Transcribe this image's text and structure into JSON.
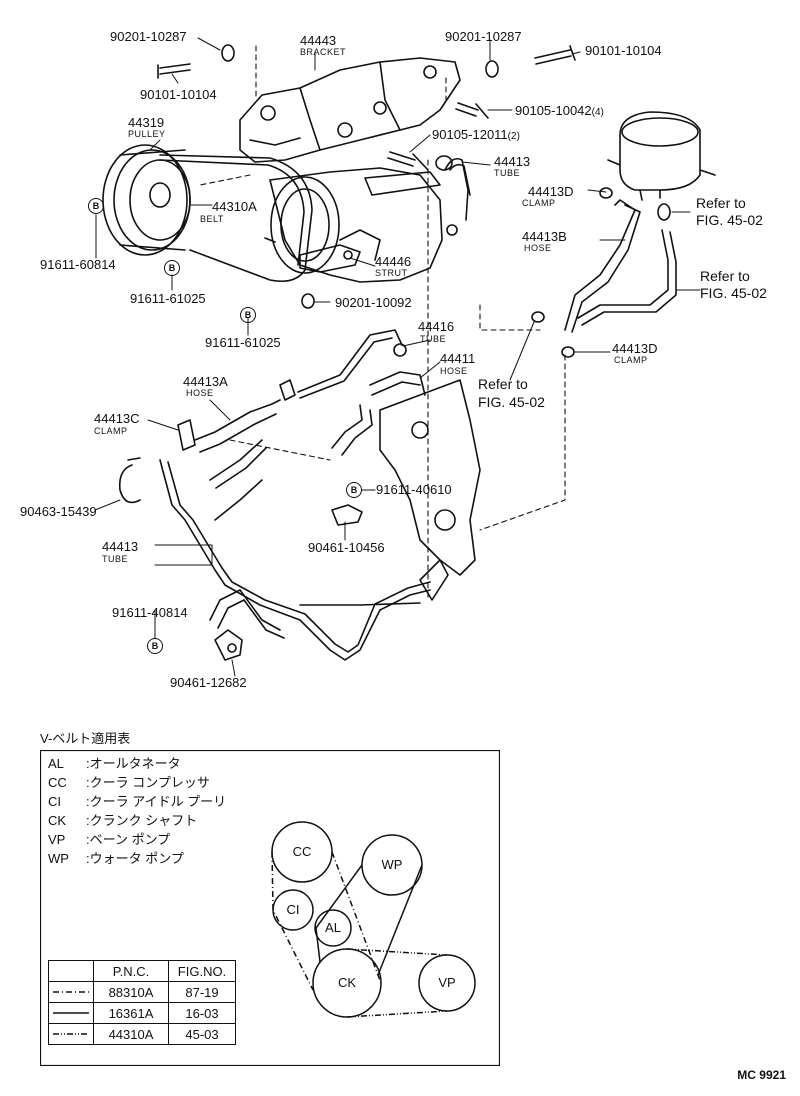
{
  "parts": {
    "p_90201_10287_a": "90201-10287",
    "p_90101_10104_a": "90101-10104",
    "p_44443": "44443",
    "p_44443_sub": "BRACKET",
    "p_90201_10287_b": "90201-10287",
    "p_90101_10104_b": "90101-10104",
    "p_90105_10042": "90105-10042",
    "p_90105_10042_q": "(4)",
    "p_44319": "44319",
    "p_44319_sub": "PULLEY",
    "p_90105_12011": "90105-12011",
    "p_90105_12011_q": "(2)",
    "p_44413_tube_top": "44413",
    "p_44413_tube_top_sub": "TUBE",
    "p_44310A": "44310A",
    "p_44310A_sub": "BELT",
    "p_44413D_top": "44413D",
    "p_44413D_top_sub": "CLAMP",
    "p_refer_1a": "Refer to",
    "p_refer_1b": "FIG. 45-02",
    "p_44413B": "44413B",
    "p_44413B_sub": "HOSE",
    "p_91611_60814": "91611-60814",
    "p_44446": "44446",
    "p_44446_sub": "STRUT",
    "p_refer_2a": "Refer to",
    "p_refer_2b": "FIG. 45-02",
    "p_91611_61025_a": "91611-61025",
    "p_90201_10092": "90201-10092",
    "p_91611_61025_b": "91611-61025",
    "p_44416": "44416",
    "p_44416_sub": "TUBE",
    "p_44413D_bot": "44413D",
    "p_44413D_bot_sub": "CLAMP",
    "p_44411": "44411",
    "p_44411_sub": "HOSE",
    "p_44413A": "44413A",
    "p_44413A_sub": "HOSE",
    "p_refer_3a": "Refer to",
    "p_refer_3b": "FIG. 45-02",
    "p_44413C": "44413C",
    "p_44413C_sub": "CLAMP",
    "p_91611_40610": "91611-40610",
    "p_90463_15439": "90463-15439",
    "p_90461_10456": "90461-10456",
    "p_44413_tube_bot": "44413",
    "p_44413_tube_bot_sub": "TUBE",
    "p_91611_40814": "91611-40814",
    "p_90461_12682": "90461-12682",
    "b_mark": "B"
  },
  "legend": {
    "title": "V-ベルト適用表",
    "items": [
      {
        "code": "AL",
        "desc": ":オールタネータ"
      },
      {
        "code": "CC",
        "desc": ":クーラ コンプレッサ"
      },
      {
        "code": "CI",
        "desc": ":クーラ アイドル プーリ"
      },
      {
        "code": "CK",
        "desc": ":クランク シャフト"
      },
      {
        "code": "VP",
        "desc": ":ベーン ポンプ"
      },
      {
        "code": "WP",
        "desc": ":ウォータ ポンプ"
      }
    ],
    "table": {
      "headers": [
        "P.N.C.",
        "FIG.NO."
      ],
      "rows": [
        {
          "pnc": "88310A",
          "fig": "87-19"
        },
        {
          "pnc": "16361A",
          "fig": "16-03"
        },
        {
          "pnc": "44310A",
          "fig": "45-03"
        }
      ]
    },
    "pulleys": {
      "cc": "CC",
      "wp": "WP",
      "ci": "CI",
      "al": "AL",
      "ck": "CK",
      "vp": "VP"
    }
  },
  "code_mark": "MC 9921"
}
